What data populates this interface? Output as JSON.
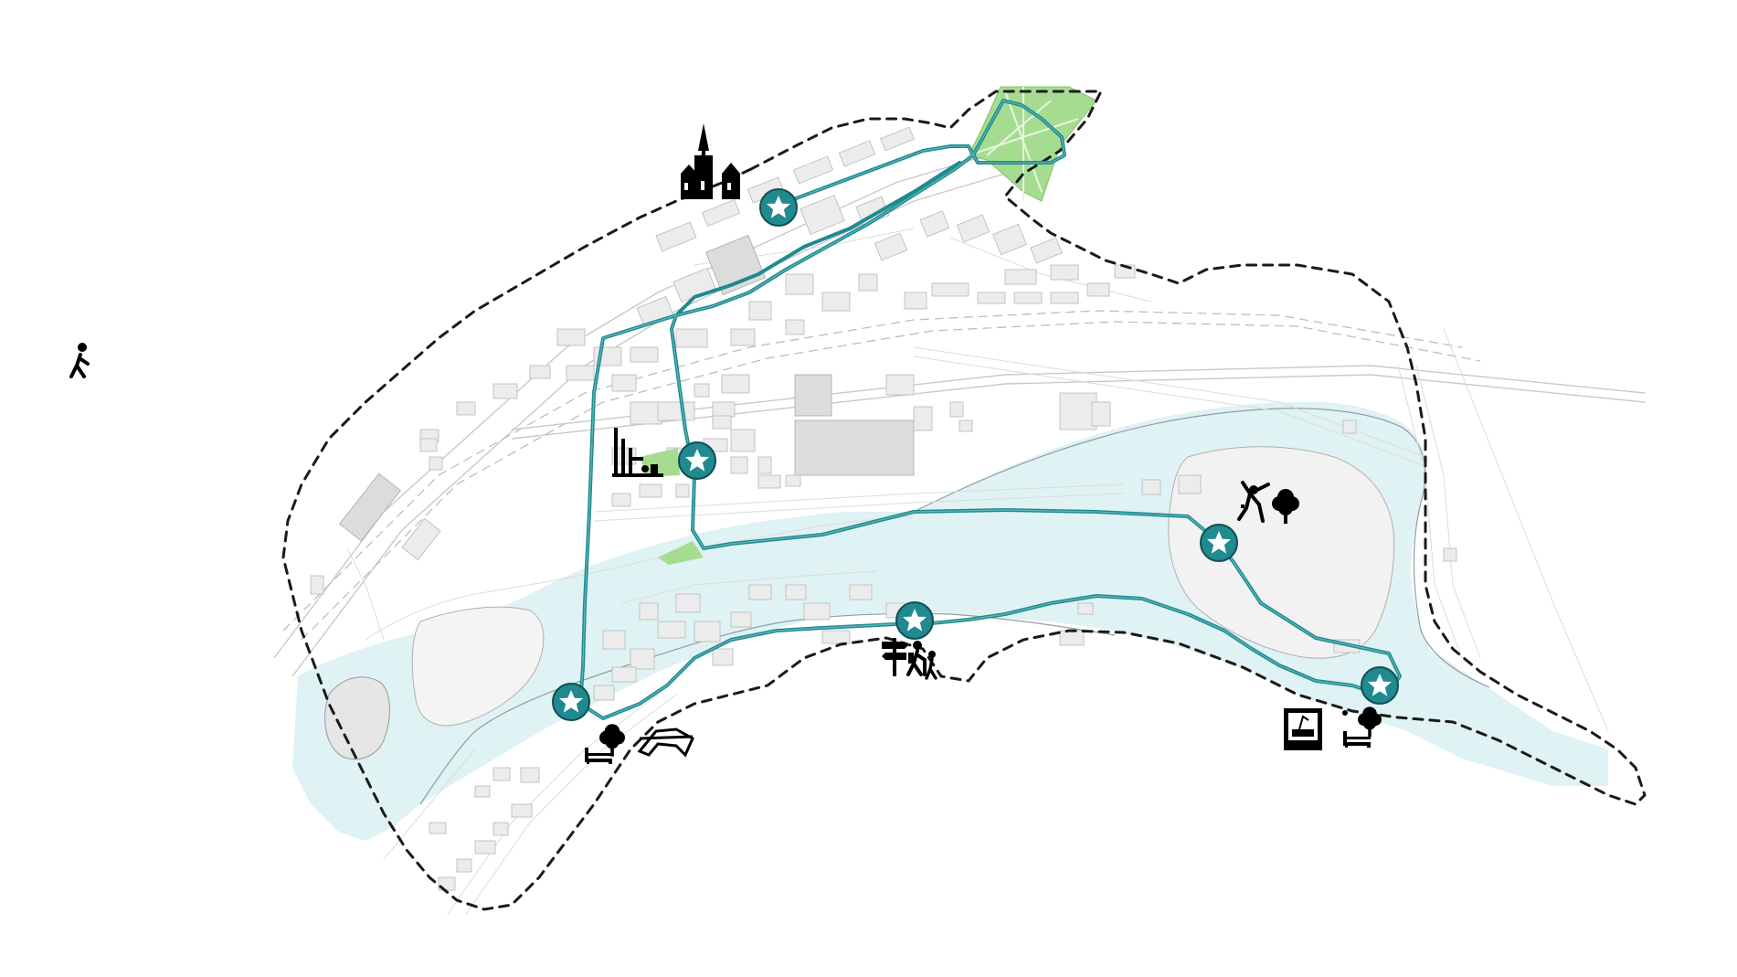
{
  "map": {
    "title": "",
    "colors": {
      "route": "#1f8a8f",
      "marker_fill": "#1f8a8f",
      "water": "#dff2f4",
      "water_edge": "#8a9a9c",
      "park": "#a6dc8f",
      "buildings": "#ececec",
      "boundary": "#1a1a1a"
    },
    "legend": {
      "icon": "pedestrian-icon"
    },
    "stops": [
      {
        "id": "stop-1",
        "icon": "star-marker",
        "landmark_icons": [
          "church-icon"
        ]
      },
      {
        "id": "stop-2",
        "icon": "star-marker",
        "landmark_icons": [
          "industrial-heritage-icon"
        ]
      },
      {
        "id": "stop-3",
        "icon": "star-marker",
        "landmark_icons": [
          "rock-climbing-icon",
          "tree-icon"
        ]
      },
      {
        "id": "stop-4",
        "icon": "star-marker",
        "landmark_icons": [
          "signpost-icon",
          "hikers-icon"
        ]
      },
      {
        "id": "stop-5",
        "icon": "star-marker",
        "landmark_icons": [
          "tree-icon",
          "bench-icon",
          "pavilion-icon"
        ]
      },
      {
        "id": "stop-6",
        "icon": "star-marker",
        "landmark_icons": [
          "monument-icon",
          "tree-icon",
          "bench-icon"
        ]
      }
    ]
  }
}
